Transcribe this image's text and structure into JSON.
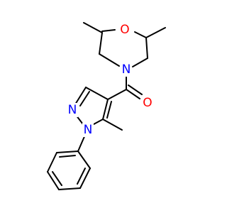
{
  "molecule": {
    "atom_labels": {
      "morpholine_oxygen": "O",
      "morpholine_nitrogen": "N",
      "carbonyl_oxygen": "O",
      "pyrazole_n2": "N",
      "pyrazole_n1": "N"
    },
    "colors": {
      "bond": "#000000",
      "oxygen": "#ff0000",
      "nitrogen": "#0000ff",
      "background": "#ffffff"
    }
  }
}
